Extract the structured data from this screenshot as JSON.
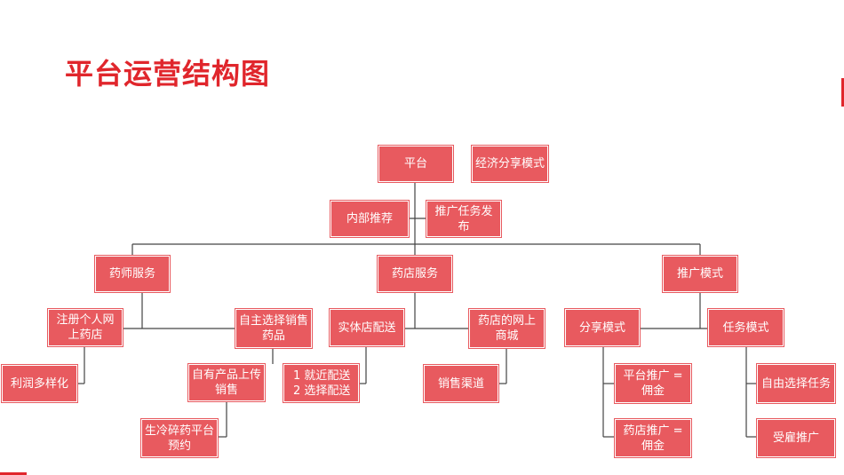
{
  "title": "平台运营结构图",
  "nodes": {
    "platform": "平台",
    "economic_model": "经济分享模式",
    "internal_recommend": "内部推荐",
    "promo_task": "推广任务发布",
    "pharmacist_service": "药师服务",
    "pharmacy_service": "药店服务",
    "promo_mode": "推广模式",
    "register_pharmacy": "注册个人网上药店",
    "self_select": "自主选择销售药品",
    "profit_diverse": "利润多样化",
    "own_products": "自有产品上传销售",
    "herb_crush": "生冷碎药平台预约",
    "physical_delivery": "实体店配送",
    "delivery_line1": "1 就近配送",
    "delivery_line2": "2 选择配送",
    "online_mall": "药店的网上商城",
    "sales_channel": "销售渠道",
    "share_mode": "分享模式",
    "task_mode": "任务模式",
    "platform_promo": "平台推广 = 佣金",
    "pharmacy_promo": "药店推广 = 佣金",
    "free_task": "自由选择任务",
    "hired_promo": "受雇推广"
  },
  "colors": {
    "title": "#e0262c",
    "box_fill": "#e85a5f",
    "box_text": "#ffffff",
    "line": "#444444"
  }
}
